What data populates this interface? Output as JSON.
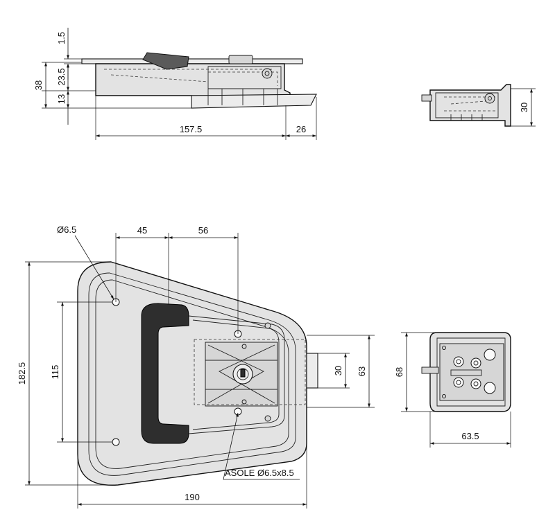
{
  "dimensions": {
    "top_view": {
      "flange_thickness": "1.5",
      "body_depth": "23.5",
      "total_depth": "38",
      "bolt_depth": "13",
      "body_length": "157.5",
      "bolt_projection": "26"
    },
    "side_view": {
      "depth": "30"
    },
    "front_view": {
      "hole_diameter": "Ø6.5",
      "hole_to_handle_offset": "45",
      "handle_to_slot_offset": "56",
      "total_height": "182.5",
      "hole_pitch": "115",
      "bolt_height": "30",
      "housing_height": "63",
      "total_width": "190",
      "slot_note": "ASOLE Ø6.5x8.5"
    },
    "rear_view": {
      "height": "68",
      "width": "63.5"
    }
  },
  "colors": {
    "line": "#111111",
    "fill": "#e3e3e3",
    "handle": "#2e2e2e"
  }
}
